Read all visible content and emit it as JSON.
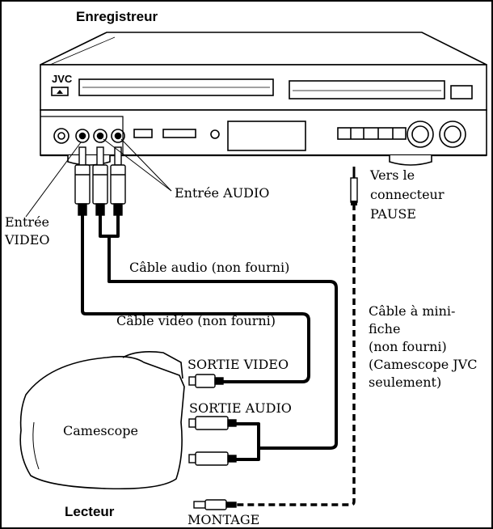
{
  "recorder": {
    "title": "Enregistreur",
    "brand": "JVC"
  },
  "player": {
    "title": "Lecteur",
    "device": "Camescope"
  },
  "labels": {
    "audio_in": "Entrée AUDIO",
    "video_in": [
      "Entrée",
      "VIDEO"
    ],
    "pause_conn": [
      "Vers le",
      "connecteur",
      "PAUSE"
    ],
    "audio_cable": "Câble audio (non fourni)",
    "video_cable": "Câble vidéo (non fourni)",
    "video_out": "SORTIE VIDEO",
    "audio_out": "SORTIE AUDIO",
    "edit": "MONTAGE",
    "mini_cable": [
      "Câble à mini-",
      "fiche",
      "(non fourni)",
      "(Camescope JVC",
      "seulement)"
    ]
  }
}
